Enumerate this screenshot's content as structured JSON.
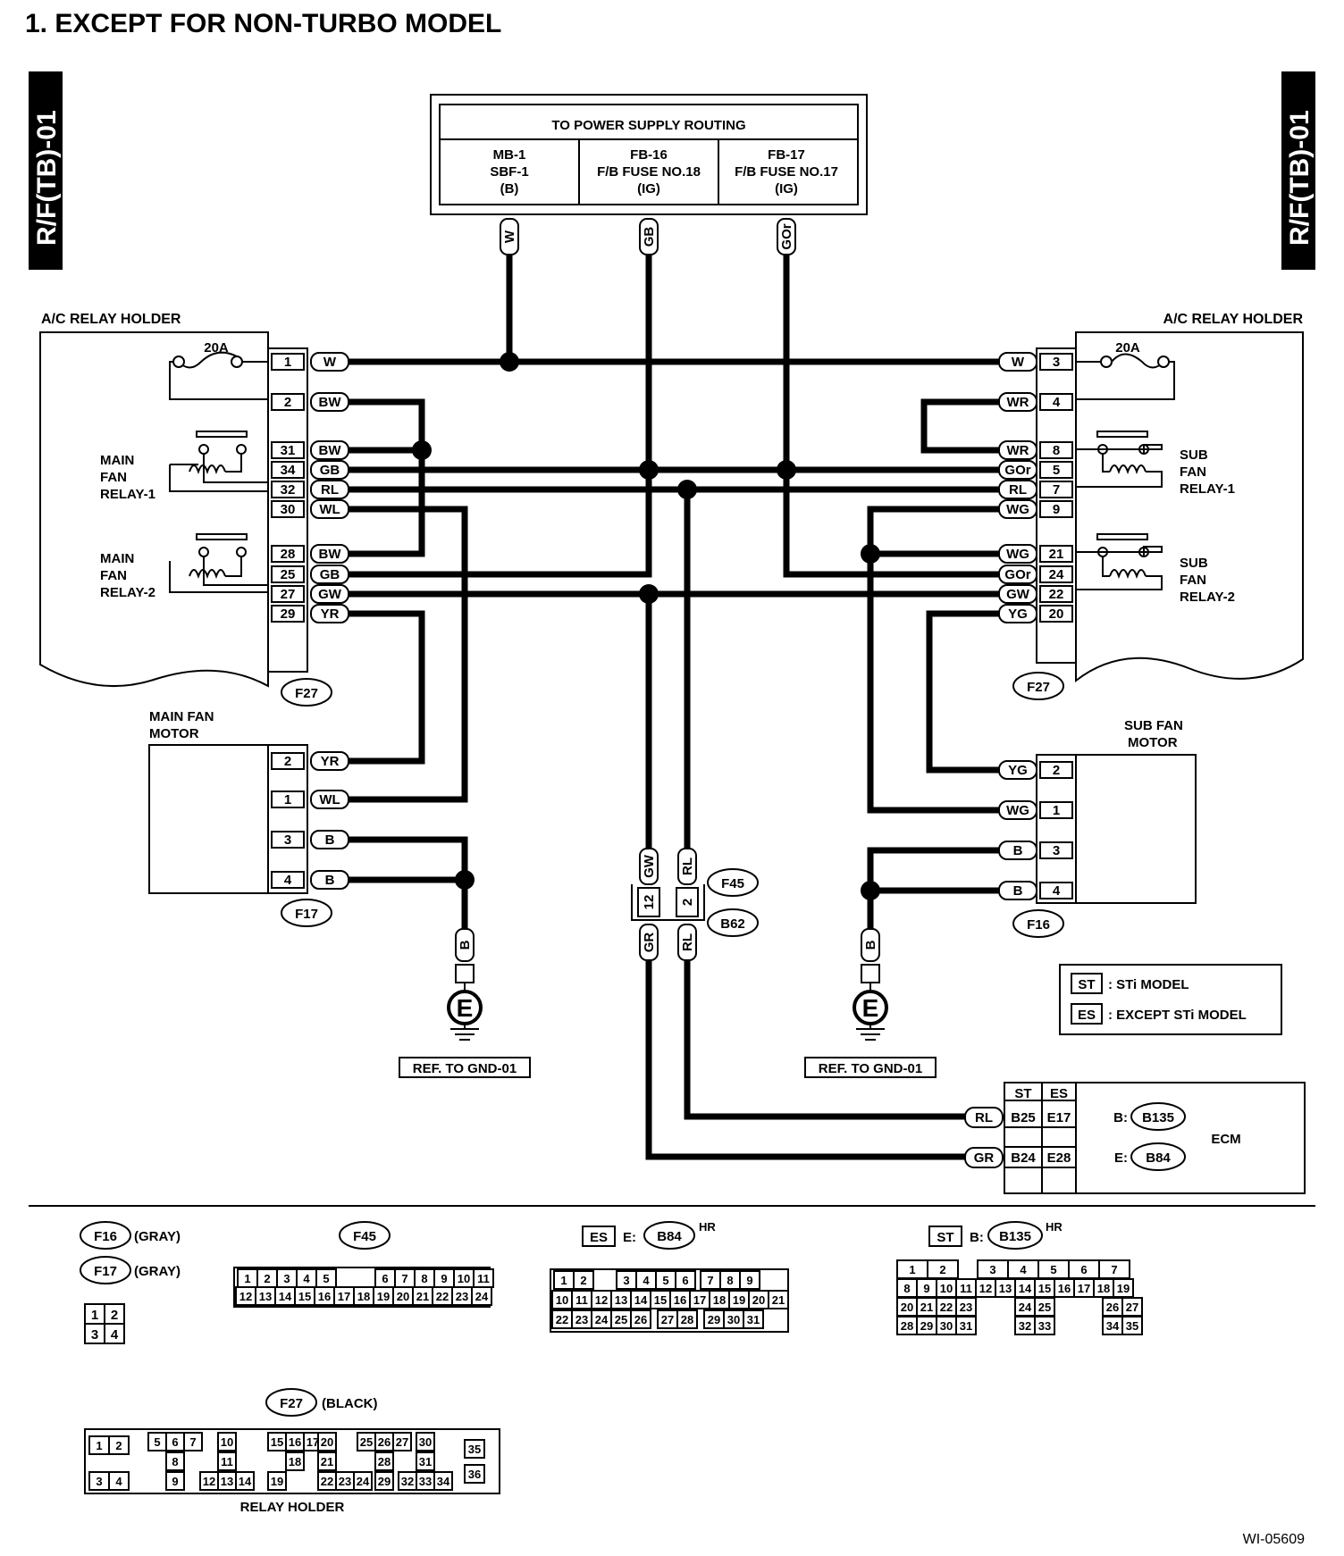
{
  "title": "1.  EXCEPT FOR NON-TURBO MODEL",
  "side_tab_left": "R/F(TB)-01",
  "side_tab_right": "R/F(TB)-01",
  "diagram_id": "WI-05609",
  "power_supply": {
    "header": "TO POWER SUPPLY ROUTING",
    "cols": [
      {
        "l1": "MB-1",
        "l2": "SBF-1",
        "l3": "(B)",
        "wire": "W"
      },
      {
        "l1": "FB-16",
        "l2": "F/B FUSE NO.18",
        "l3": "(IG)",
        "wire": "GB"
      },
      {
        "l1": "FB-17",
        "l2": "F/B FUSE NO.17",
        "l3": "(IG)",
        "wire": "GOr"
      }
    ]
  },
  "left_relay": {
    "label": "A/C RELAY HOLDER",
    "fuse": "20A",
    "relay1": [
      "MAIN",
      "FAN",
      "RELAY-1"
    ],
    "relay2": [
      "MAIN",
      "FAN",
      "RELAY-2"
    ],
    "connector": "F27",
    "pins": [
      {
        "pin": "1",
        "wire": "W"
      },
      {
        "pin": "2",
        "wire": "BW"
      },
      {
        "pin": "31",
        "wire": "BW"
      },
      {
        "pin": "34",
        "wire": "GB"
      },
      {
        "pin": "32",
        "wire": "RL"
      },
      {
        "pin": "30",
        "wire": "WL"
      },
      {
        "pin": "28",
        "wire": "BW"
      },
      {
        "pin": "25",
        "wire": "GB"
      },
      {
        "pin": "27",
        "wire": "GW"
      },
      {
        "pin": "29",
        "wire": "YR"
      }
    ]
  },
  "right_relay": {
    "label": "A/C RELAY HOLDER",
    "fuse": "20A",
    "relay1": [
      "SUB",
      "FAN",
      "RELAY-1"
    ],
    "relay2": [
      "SUB",
      "FAN",
      "RELAY-2"
    ],
    "connector": "F27",
    "pins": [
      {
        "pin": "3",
        "wire": "W"
      },
      {
        "pin": "4",
        "wire": "WR"
      },
      {
        "pin": "8",
        "wire": "WR"
      },
      {
        "pin": "5",
        "wire": "GOr"
      },
      {
        "pin": "7",
        "wire": "RL"
      },
      {
        "pin": "9",
        "wire": "WG"
      },
      {
        "pin": "21",
        "wire": "WG"
      },
      {
        "pin": "24",
        "wire": "GOr"
      },
      {
        "pin": "22",
        "wire": "GW"
      },
      {
        "pin": "20",
        "wire": "YG"
      }
    ]
  },
  "main_fan_motor": {
    "label": [
      "MAIN FAN",
      "MOTOR"
    ],
    "connector": "F17",
    "pins": [
      {
        "pin": "2",
        "wire": "YR"
      },
      {
        "pin": "1",
        "wire": "WL"
      },
      {
        "pin": "3",
        "wire": "B"
      },
      {
        "pin": "4",
        "wire": "B"
      }
    ]
  },
  "sub_fan_motor": {
    "label": [
      "SUB FAN",
      "MOTOR"
    ],
    "connector": "F16",
    "pins": [
      {
        "pin": "2",
        "wire": "YG"
      },
      {
        "pin": "1",
        "wire": "WG"
      },
      {
        "pin": "3",
        "wire": "B"
      },
      {
        "pin": "4",
        "wire": "B"
      }
    ]
  },
  "junction": {
    "conn_top": "F45",
    "conn_bottom": "B62",
    "pin_left": "12",
    "pin_right": "2",
    "wire_top_left": "GW",
    "wire_top_right": "RL",
    "wire_bot_left": "GR",
    "wire_bot_right": "RL"
  },
  "ground": {
    "wire": "B",
    "symbol": "E",
    "ref": "REF. TO GND-01"
  },
  "legend": [
    {
      "code": "ST",
      "text": ": STi MODEL"
    },
    {
      "code": "ES",
      "text": ": EXCEPT STi MODEL"
    }
  ],
  "ecm": {
    "label": "ECM",
    "col_st": "ST",
    "col_es": "ES",
    "rows": [
      {
        "wire": "RL",
        "st": "B25",
        "es": "E17"
      },
      {
        "wire": "GR",
        "st": "B24",
        "es": "E28"
      }
    ],
    "b_prefix": "B:",
    "b_conn": "B135",
    "e_prefix": "E:",
    "e_conn": "B84"
  },
  "faces": {
    "f16": {
      "name": "F16",
      "color": "(GRAY)"
    },
    "f17": {
      "name": "F17",
      "color": "(GRAY)"
    },
    "small": [
      "1",
      "2",
      "3",
      "4"
    ],
    "f45": {
      "name": "F45",
      "row1": [
        "1",
        "2",
        "3",
        "4",
        "5",
        "6",
        "7",
        "8",
        "9",
        "10",
        "11"
      ],
      "row2": [
        "12",
        "13",
        "14",
        "15",
        "16",
        "17",
        "18",
        "19",
        "20",
        "21",
        "22",
        "23",
        "24"
      ]
    },
    "b84": {
      "code": "ES",
      "prefix": "E:",
      "name": "B84",
      "sup": "HR",
      "row1": [
        "1",
        "2",
        "3",
        "4",
        "5",
        "6",
        "7",
        "8",
        "9"
      ],
      "row2": [
        "10",
        "11",
        "12",
        "13",
        "14",
        "15",
        "16",
        "17",
        "18",
        "19",
        "20",
        "21"
      ],
      "row3": [
        "22",
        "23",
        "24",
        "25",
        "26",
        "27",
        "28",
        "29",
        "30",
        "31"
      ]
    },
    "b135": {
      "code": "ST",
      "prefix": "B:",
      "name": "B135",
      "sup": "HR",
      "row1": [
        "1",
        "2",
        "3",
        "4",
        "5",
        "6",
        "7"
      ],
      "row2": [
        "8",
        "9",
        "10",
        "11",
        "12",
        "13",
        "14",
        "15",
        "16",
        "17",
        "18",
        "19"
      ],
      "row3": [
        "20",
        "21",
        "22",
        "23",
        "24",
        "25",
        "26",
        "27"
      ],
      "row4": [
        "28",
        "29",
        "30",
        "31",
        "32",
        "33",
        "34",
        "35"
      ]
    },
    "f27": {
      "name": "F27",
      "color": "(BLACK)",
      "caption": "RELAY HOLDER",
      "g1": [
        "1",
        "2",
        "3",
        "4"
      ],
      "g2": [
        "5",
        "6",
        "7",
        "8",
        "9"
      ],
      "g3": [
        "10",
        "11",
        "12",
        "13",
        "14"
      ],
      "g4": [
        "15",
        "16",
        "17",
        "18",
        "19"
      ],
      "g5": [
        "20",
        "21",
        "22",
        "23",
        "24"
      ],
      "g6": [
        "25",
        "26",
        "27",
        "28",
        "29"
      ],
      "g7": [
        "30",
        "31",
        "32",
        "33",
        "34"
      ],
      "g8": [
        "35",
        "36"
      ]
    }
  }
}
